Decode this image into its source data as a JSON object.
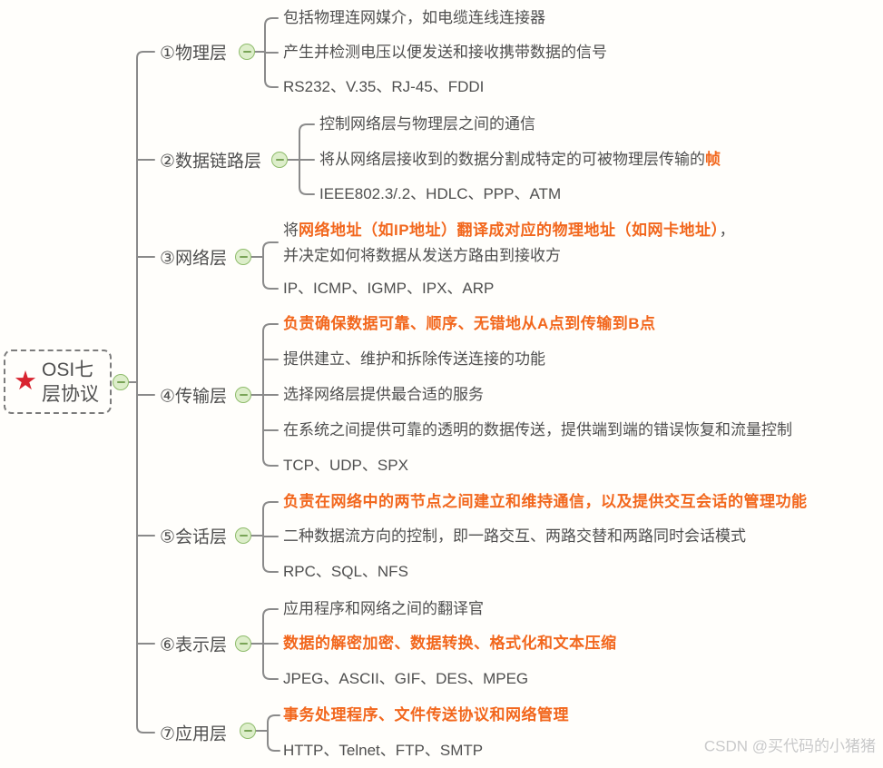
{
  "colors": {
    "accent_orange": "#f2671d",
    "text_dark": "#4f4f4f",
    "line_gray": "#8a8a8a",
    "star_red": "#d8232f",
    "button_fill": "#ddeeca",
    "button_border": "#8fbc6c",
    "background": "#fffefb"
  },
  "root": {
    "title": "OSI七层协议",
    "title_lines": [
      "OSI七",
      "层协议"
    ],
    "icon": "star"
  },
  "watermark": {
    "text": "CSDN @买代码的小猪猪"
  },
  "branches": [
    {
      "label": "①物理层",
      "children": [
        {
          "segments": [
            {
              "text": "包括物理连网媒介，如电缆连线连接器",
              "hl": false
            }
          ]
        },
        {
          "segments": [
            {
              "text": "产生并检测电压以便发送和接收携带数据的信号",
              "hl": false
            }
          ]
        },
        {
          "segments": [
            {
              "text": "RS232、V.35、RJ-45、FDDI",
              "hl": false
            }
          ]
        }
      ]
    },
    {
      "label": "②数据链路层",
      "children": [
        {
          "segments": [
            {
              "text": "控制网络层与物理层之间的通信",
              "hl": false
            }
          ]
        },
        {
          "segments": [
            {
              "text": "将从网络层接收到的数据分割成特定的可被物理层传输的",
              "hl": false
            },
            {
              "text": "帧",
              "hl": true
            }
          ]
        },
        {
          "segments": [
            {
              "text": "IEEE802.3/.2、HDLC、PPP、ATM",
              "hl": false
            }
          ]
        }
      ]
    },
    {
      "label": "③网络层",
      "children": [
        {
          "rows": [
            {
              "segments": [
                {
                  "text": "将",
                  "hl": false
                },
                {
                  "text": "网络地址（如IP地址）翻译成对应的物理地址（如网卡地址）",
                  "hl": true
                },
                {
                  "text": "，",
                  "hl": false
                }
              ]
            },
            {
              "segments": [
                {
                  "text": "并决定如何将数据从发送方路由到接收方",
                  "hl": false
                }
              ]
            }
          ]
        },
        {
          "segments": [
            {
              "text": "IP、ICMP、IGMP、IPX、ARP",
              "hl": false
            }
          ]
        }
      ]
    },
    {
      "label": "④传输层",
      "children": [
        {
          "segments": [
            {
              "text": "负责确保数据可靠、顺序、无错地从A点到传输到B点",
              "hl": true
            }
          ]
        },
        {
          "segments": [
            {
              "text": "提供建立、维护和拆除传送连接的功能",
              "hl": false
            }
          ]
        },
        {
          "segments": [
            {
              "text": "选择网络层提供最合适的服务",
              "hl": false
            }
          ]
        },
        {
          "segments": [
            {
              "text": "在系统之间提供可靠的透明的数据传送，提供端到端的错误恢复和流量控制",
              "hl": false
            }
          ]
        },
        {
          "segments": [
            {
              "text": "TCP、UDP、SPX",
              "hl": false
            }
          ]
        }
      ]
    },
    {
      "label": "⑤会话层",
      "children": [
        {
          "segments": [
            {
              "text": "负责在网络中的两节点之间建立和维持通信，以及提供交互会话的管理功能",
              "hl": true
            }
          ]
        },
        {
          "segments": [
            {
              "text": "二种数据流方向的控制，即一路交互、两路交替和两路同时会话模式",
              "hl": false
            }
          ]
        },
        {
          "segments": [
            {
              "text": "RPC、SQL、NFS",
              "hl": false
            }
          ]
        }
      ]
    },
    {
      "label": "⑥表示层",
      "children": [
        {
          "segments": [
            {
              "text": "应用程序和网络之间的翻译官",
              "hl": false
            }
          ]
        },
        {
          "segments": [
            {
              "text": "数据的解密加密、数据转换、格式化和文本压缩",
              "hl": true
            }
          ]
        },
        {
          "segments": [
            {
              "text": "JPEG、ASCII、GIF、DES、MPEG",
              "hl": false
            }
          ]
        }
      ]
    },
    {
      "label": "⑦应用层",
      "children": [
        {
          "segments": [
            {
              "text": "事务处理程序、文件传送协议和网络管理",
              "hl": true
            }
          ]
        },
        {
          "segments": [
            {
              "text": "HTTP、Telnet、FTP、SMTP",
              "hl": false
            }
          ]
        }
      ]
    }
  ]
}
